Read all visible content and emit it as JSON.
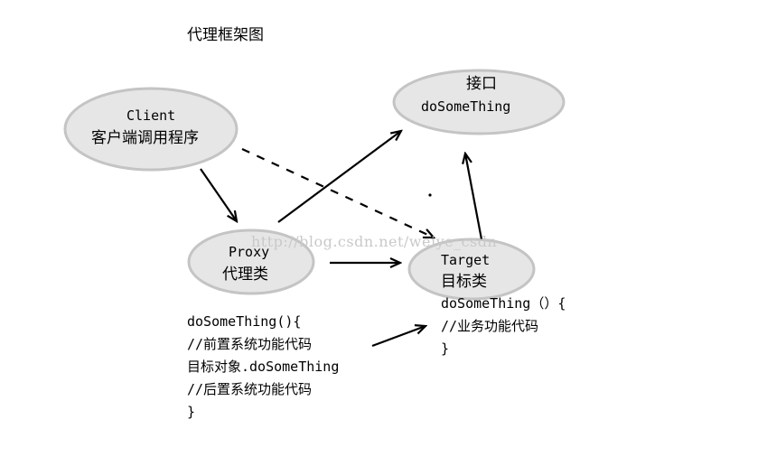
{
  "title": "代理框架图",
  "nodes": {
    "client": {
      "line1": "Client",
      "line2": "客户端调用程序"
    },
    "interface": {
      "line1": "接口",
      "line2": "doSomeThing"
    },
    "proxy": {
      "line1": "Proxy",
      "line2": "代理类"
    },
    "target": {
      "line1": "Target",
      "line2": "目标类"
    }
  },
  "proxy_code": [
    "doSomeThing(){",
    "//前置系统功能代码",
    "目标对象.doSomeThing",
    "//后置系统功能代码",
    "}"
  ],
  "target_code": [
    "doSomeThing（）{",
    "//业务功能代码",
    "}"
  ],
  "watermark": "http://blog.csdn.net/weiye_csdn",
  "colors": {
    "ellipse_fill": "#e6e6e6",
    "ellipse_stroke": "#c4c4c4",
    "ink": "#000000",
    "watermark": "#c9c9c9"
  }
}
